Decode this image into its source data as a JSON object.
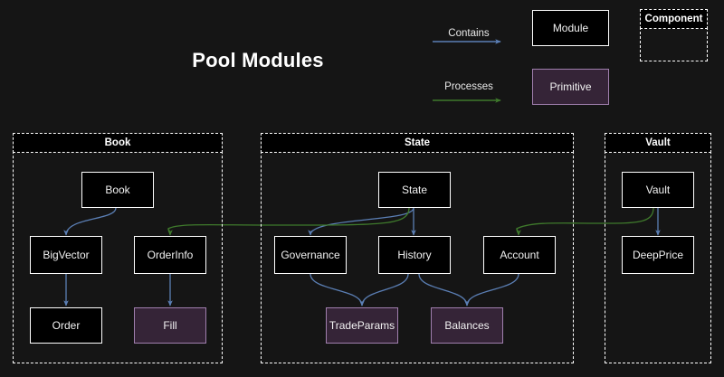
{
  "diagram": {
    "title": "Pool Modules",
    "background_color": "#151515",
    "colors": {
      "contains_edge": "#5b7fb5",
      "processes_edge": "#3f7a2c",
      "module_fill": "#000000",
      "module_border": "#ffffff",
      "primitive_fill": "#352437",
      "primitive_border": "#a07fae",
      "group_border": "#ffffff",
      "text": "#f2f2f2"
    }
  },
  "legend": {
    "contains_label": "Contains",
    "processes_label": "Processes",
    "module_label": "Module",
    "primitive_label": "Primitive",
    "component_label": "Component"
  },
  "groups": [
    {
      "id": "book",
      "label": "Book"
    },
    {
      "id": "state",
      "label": "State"
    },
    {
      "id": "vault",
      "label": "Vault"
    }
  ],
  "nodes": [
    {
      "id": "book",
      "label": "Book",
      "group": "book",
      "type": "module"
    },
    {
      "id": "bigvector",
      "label": "BigVector",
      "group": "book",
      "type": "module"
    },
    {
      "id": "orderinfo",
      "label": "OrderInfo",
      "group": "book",
      "type": "module"
    },
    {
      "id": "order",
      "label": "Order",
      "group": "book",
      "type": "module"
    },
    {
      "id": "fill",
      "label": "Fill",
      "group": "book",
      "type": "primitive"
    },
    {
      "id": "state",
      "label": "State",
      "group": "state",
      "type": "module"
    },
    {
      "id": "governance",
      "label": "Governance",
      "group": "state",
      "type": "module"
    },
    {
      "id": "history",
      "label": "History",
      "group": "state",
      "type": "module"
    },
    {
      "id": "account",
      "label": "Account",
      "group": "state",
      "type": "module"
    },
    {
      "id": "tradeparams",
      "label": "TradeParams",
      "group": "state",
      "type": "primitive"
    },
    {
      "id": "balances",
      "label": "Balances",
      "group": "state",
      "type": "primitive"
    },
    {
      "id": "vault",
      "label": "Vault",
      "group": "vault",
      "type": "module"
    },
    {
      "id": "deepprice",
      "label": "DeepPrice",
      "group": "vault",
      "type": "module"
    }
  ],
  "edges": [
    {
      "from": "book",
      "to": "bigvector",
      "kind": "contains"
    },
    {
      "from": "bigvector",
      "to": "order",
      "kind": "contains"
    },
    {
      "from": "orderinfo",
      "to": "fill",
      "kind": "contains"
    },
    {
      "from": "state",
      "to": "governance",
      "kind": "contains"
    },
    {
      "from": "state",
      "to": "history",
      "kind": "contains"
    },
    {
      "from": "governance",
      "to": "tradeparams",
      "kind": "contains"
    },
    {
      "from": "history",
      "to": "tradeparams",
      "kind": "contains"
    },
    {
      "from": "history",
      "to": "balances",
      "kind": "contains"
    },
    {
      "from": "account",
      "to": "balances",
      "kind": "contains"
    },
    {
      "from": "vault",
      "to": "deepprice",
      "kind": "contains"
    },
    {
      "from": "state",
      "to": "orderinfo",
      "kind": "processes"
    },
    {
      "from": "vault",
      "to": "account",
      "kind": "processes"
    }
  ]
}
